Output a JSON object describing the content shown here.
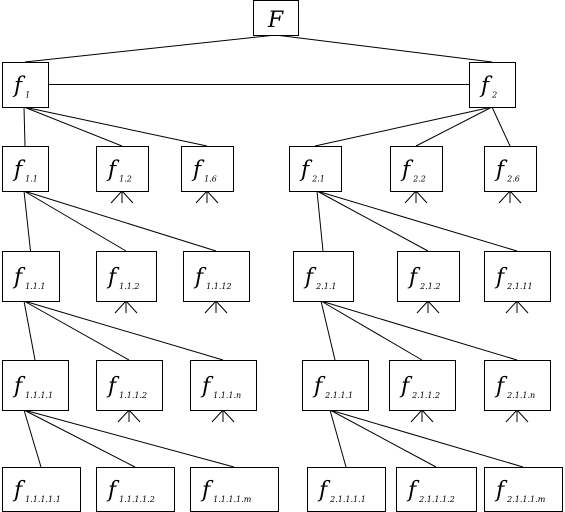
{
  "diagram": {
    "root": {
      "letter": "F"
    },
    "letter": "f",
    "nodes": [
      {
        "id": "1",
        "sub": "1"
      },
      {
        "id": "2",
        "sub": "2"
      },
      {
        "id": "1.1",
        "sub": "1.1"
      },
      {
        "id": "1.2",
        "sub": "1.2"
      },
      {
        "id": "1.6",
        "sub": "1.6"
      },
      {
        "id": "2.1",
        "sub": "2.1"
      },
      {
        "id": "2.2",
        "sub": "2.2"
      },
      {
        "id": "2.6",
        "sub": "2.6"
      },
      {
        "id": "1.1.1",
        "sub": "1.1.1"
      },
      {
        "id": "1.1.2",
        "sub": "1.1.2"
      },
      {
        "id": "1.1.12",
        "sub": "1.1.12"
      },
      {
        "id": "2.1.1",
        "sub": "2.1.1"
      },
      {
        "id": "2.1.2",
        "sub": "2.1.2"
      },
      {
        "id": "2.1.11",
        "sub": "2.1.11"
      },
      {
        "id": "1.1.1.1",
        "sub": "1.1.1.1"
      },
      {
        "id": "1.1.1.2",
        "sub": "1.1.1.2"
      },
      {
        "id": "1.1.1.n",
        "sub": "1.1.1.n"
      },
      {
        "id": "2.1.1.1",
        "sub": "2.1.1.1"
      },
      {
        "id": "2.1.1.2",
        "sub": "2.1.1.2"
      },
      {
        "id": "2.1.1.n",
        "sub": "2.1.1.n"
      },
      {
        "id": "1.1.1.1.1",
        "sub": "1.1.1.1.1"
      },
      {
        "id": "1.1.1.1.2",
        "sub": "1.1.1.1.2"
      },
      {
        "id": "1.1.1.1.m",
        "sub": "1.1.1.1.m"
      },
      {
        "id": "2.1.1.1.1",
        "sub": "2.1.1.1.1"
      },
      {
        "id": "2.1.1.1.2",
        "sub": "2.1.1.1.2"
      },
      {
        "id": "2.1.1.1.m",
        "sub": "2.1.1.1.m"
      }
    ],
    "edges": [
      [
        "F",
        "1"
      ],
      [
        "F",
        "2"
      ],
      [
        "1",
        "2"
      ],
      [
        "1",
        "1.1"
      ],
      [
        "1",
        "1.2"
      ],
      [
        "1",
        "1.6"
      ],
      [
        "2",
        "2.1"
      ],
      [
        "2",
        "2.2"
      ],
      [
        "2",
        "2.6"
      ],
      [
        "1.1",
        "1.1.1"
      ],
      [
        "1.1",
        "1.1.2"
      ],
      [
        "1.1",
        "1.1.12"
      ],
      [
        "2.1",
        "2.1.1"
      ],
      [
        "2.1",
        "2.1.2"
      ],
      [
        "2.1",
        "2.1.11"
      ],
      [
        "1.1.1",
        "1.1.1.1"
      ],
      [
        "1.1.1",
        "1.1.1.2"
      ],
      [
        "1.1.1",
        "1.1.1.n"
      ],
      [
        "2.1.1",
        "2.1.1.1"
      ],
      [
        "2.1.1",
        "2.1.1.2"
      ],
      [
        "2.1.1",
        "2.1.1.n"
      ],
      [
        "1.1.1.1",
        "1.1.1.1.1"
      ],
      [
        "1.1.1.1",
        "1.1.1.1.2"
      ],
      [
        "1.1.1.1",
        "1.1.1.1.m"
      ],
      [
        "2.1.1.1",
        "2.1.1.1.1"
      ],
      [
        "2.1.1.1",
        "2.1.1.1.2"
      ],
      [
        "2.1.1.1",
        "2.1.1.1.m"
      ]
    ],
    "unexpanded": [
      "1.2",
      "1.6",
      "2.2",
      "2.6",
      "1.1.2",
      "1.1.12",
      "2.1.2",
      "2.1.11",
      "1.1.1.2",
      "1.1.1.n",
      "2.1.1.2",
      "2.1.1.n"
    ]
  }
}
